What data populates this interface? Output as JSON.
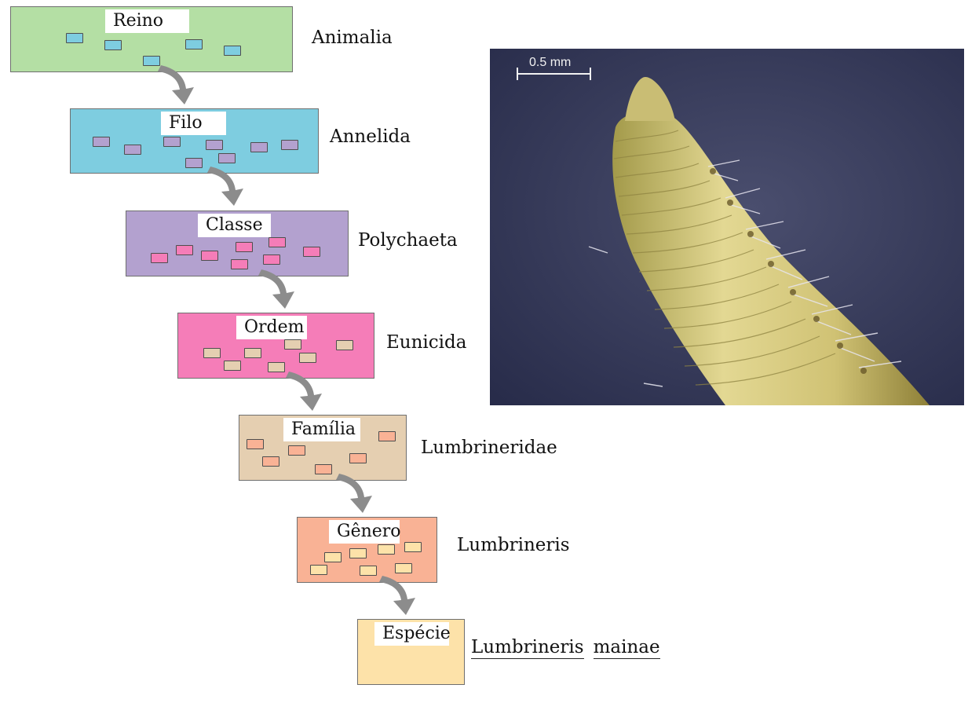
{
  "ranks": [
    {
      "label": "Reino",
      "taxon": "Animalia",
      "color": "#b4dfa4",
      "token_color": "#7ecde0"
    },
    {
      "label": "Filo",
      "taxon": "Annelida",
      "color": "#7ecde0",
      "token_color": "#b3a1cf"
    },
    {
      "label": "Classe",
      "taxon": "Polychaeta",
      "color": "#b3a1cf",
      "token_color": "#f57db8"
    },
    {
      "label": "Ordem",
      "taxon": "Eunicida",
      "color": "#f57db8",
      "token_color": "#e5cfb1"
    },
    {
      "label": "Família",
      "taxon": "Lumbrineridae",
      "color": "#e5cfb1",
      "token_color": "#f9b295"
    },
    {
      "label": "Gênero",
      "taxon": "Lumbrineris",
      "color": "#f9b295",
      "token_color": "#fde2a9"
    },
    {
      "label": "Espécie",
      "color": "#fde2a9"
    }
  ],
  "species": {
    "genus": "Lumbrineris",
    "epithet": "mainae"
  },
  "photo": {
    "scale_bar": "0.5 mm"
  }
}
